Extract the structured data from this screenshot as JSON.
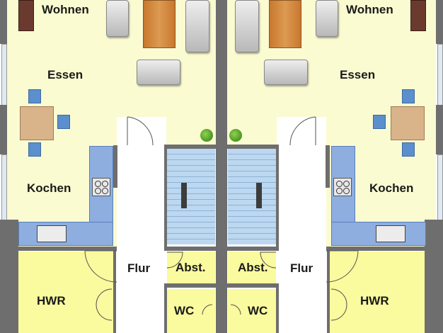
{
  "rooms": {
    "left": {
      "wohnen": "Wohnen",
      "essen": "Essen",
      "kochen": "Kochen",
      "flur": "Flur",
      "abst": "Abst.",
      "hwr": "HWR",
      "wc": "WC"
    },
    "right": {
      "wohnen": "Wohnen",
      "essen": "Essen",
      "kochen": "Kochen",
      "flur": "Flur",
      "abst": "Abst.",
      "hwr": "HWR",
      "wc": "WC"
    }
  },
  "colors": {
    "living_floor": "#fbfbd2",
    "utility_floor": "#fafa9e",
    "hall_floor": "#ffffff",
    "stairs": "#bcd7f0",
    "wall": "#6e6e6e",
    "kitchen_counter": "#8eaee0",
    "dining_chair": "#5b8fce",
    "coffee_table": "#d08a40",
    "plant": "#4a9a2a"
  }
}
